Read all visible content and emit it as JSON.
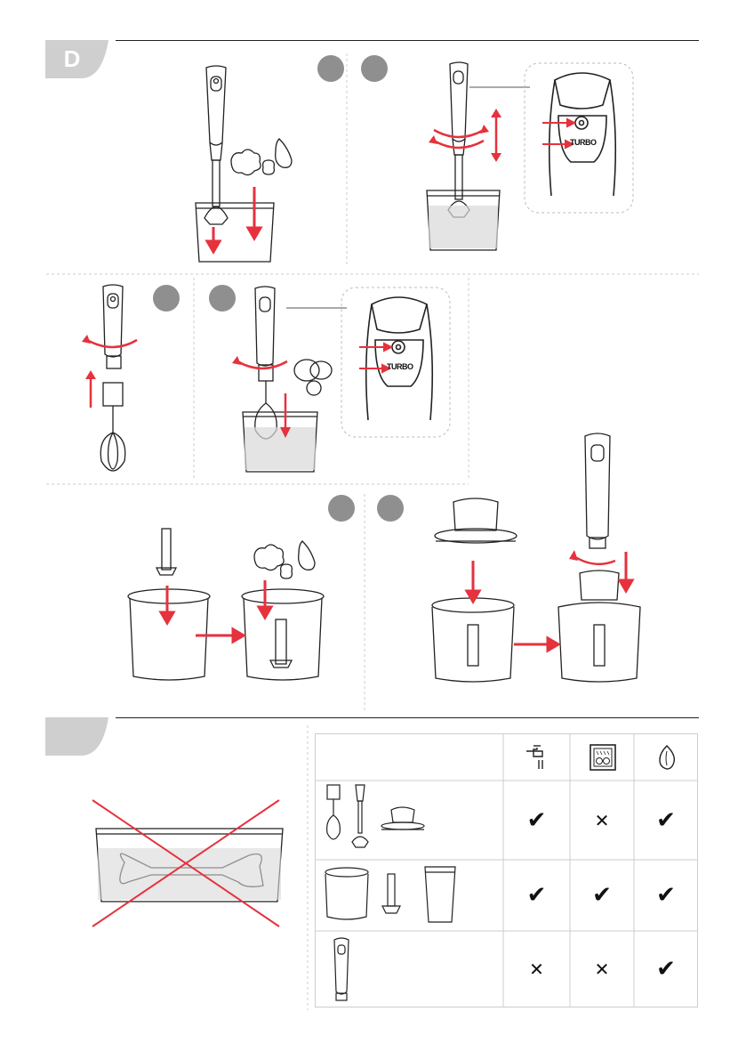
{
  "section_tab": {
    "label": "D"
  },
  "step_badges": [
    "",
    "",
    "",
    "",
    "",
    ""
  ],
  "turbo_labels": [
    "TURBO",
    "TURBO"
  ],
  "cleaning_table": {
    "header_icons": [
      "tap-icon",
      "dishwasher-icon",
      "cloth-icon"
    ],
    "rows": [
      {
        "items": "whisk-blender-foot-chopper-lid",
        "marks": [
          "✔",
          "✕",
          "✔"
        ]
      },
      {
        "items": "bowl-blade-beaker",
        "marks": [
          "✔",
          "✔",
          "✔"
        ]
      },
      {
        "items": "motor-unit",
        "marks": [
          "✕",
          "✕",
          "✔"
        ]
      }
    ]
  },
  "colors": {
    "accent_red": "#e5323d",
    "badge_gray": "#8f8f8f",
    "tab_gray": "#cfcfcf",
    "line": "#222222"
  }
}
